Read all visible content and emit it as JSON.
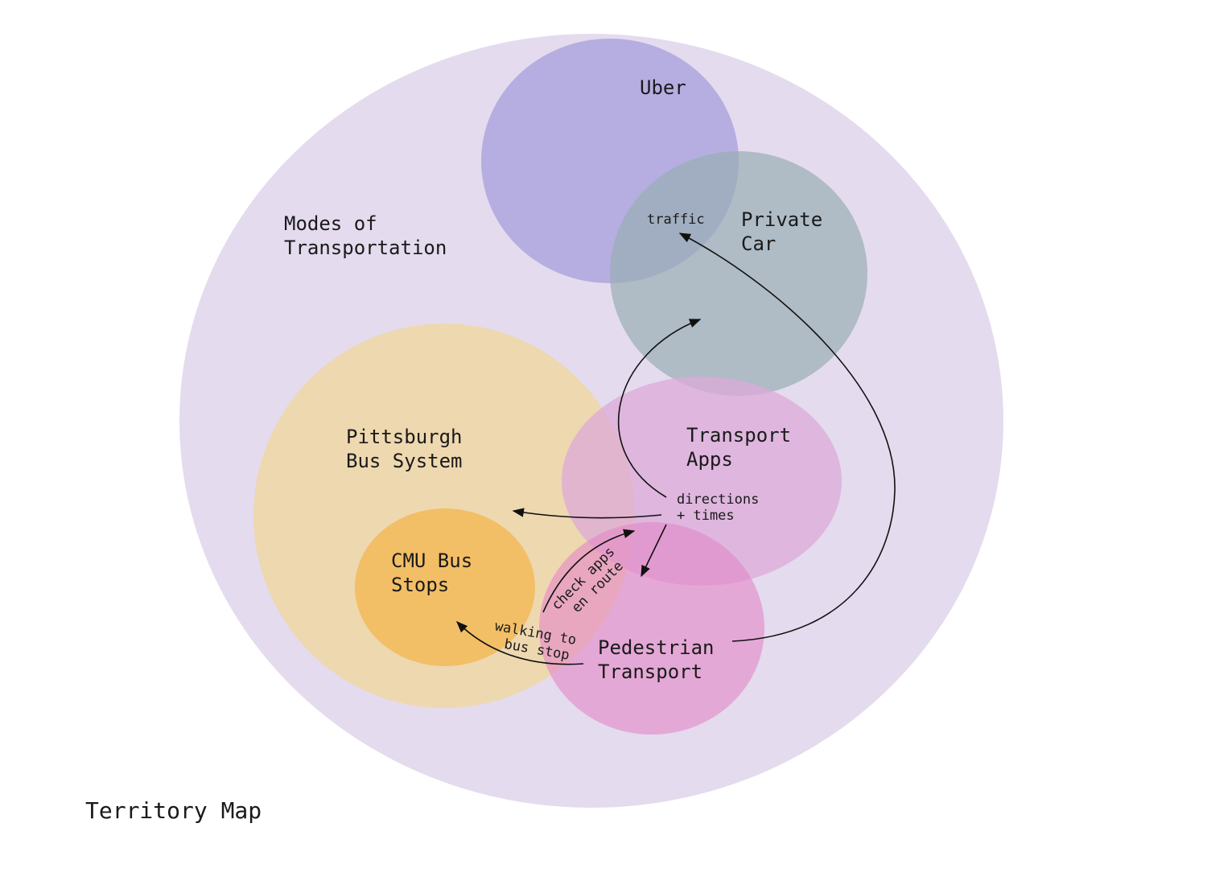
{
  "title": "Territory Map",
  "regions": {
    "modes": {
      "label": [
        "Modes of",
        "Transportation"
      ],
      "color": "#e4dbee"
    },
    "uber": {
      "label": [
        "Uber"
      ],
      "color": "#a9a2de"
    },
    "private_car": {
      "label": [
        "Private",
        "Car"
      ],
      "color": "#99aeb3"
    },
    "bus_system": {
      "label": [
        "Pittsburgh",
        "Bus System"
      ],
      "color": "#f0d7a4"
    },
    "transport_apps": {
      "label": [
        "Transport",
        "Apps"
      ],
      "color": "#dca9d8"
    },
    "cmu_stops": {
      "label": [
        "CMU Bus",
        "Stops"
      ],
      "color": "#f2bb5b"
    },
    "pedestrian": {
      "label": [
        "Pedestrian",
        "Transport"
      ],
      "color": "#e489c6"
    }
  },
  "annotations": {
    "traffic": "traffic",
    "directions": [
      "directions",
      "+ times"
    ],
    "check_apps": [
      "check apps",
      "en route"
    ],
    "walking": [
      "walking to",
      "bus stop"
    ]
  }
}
